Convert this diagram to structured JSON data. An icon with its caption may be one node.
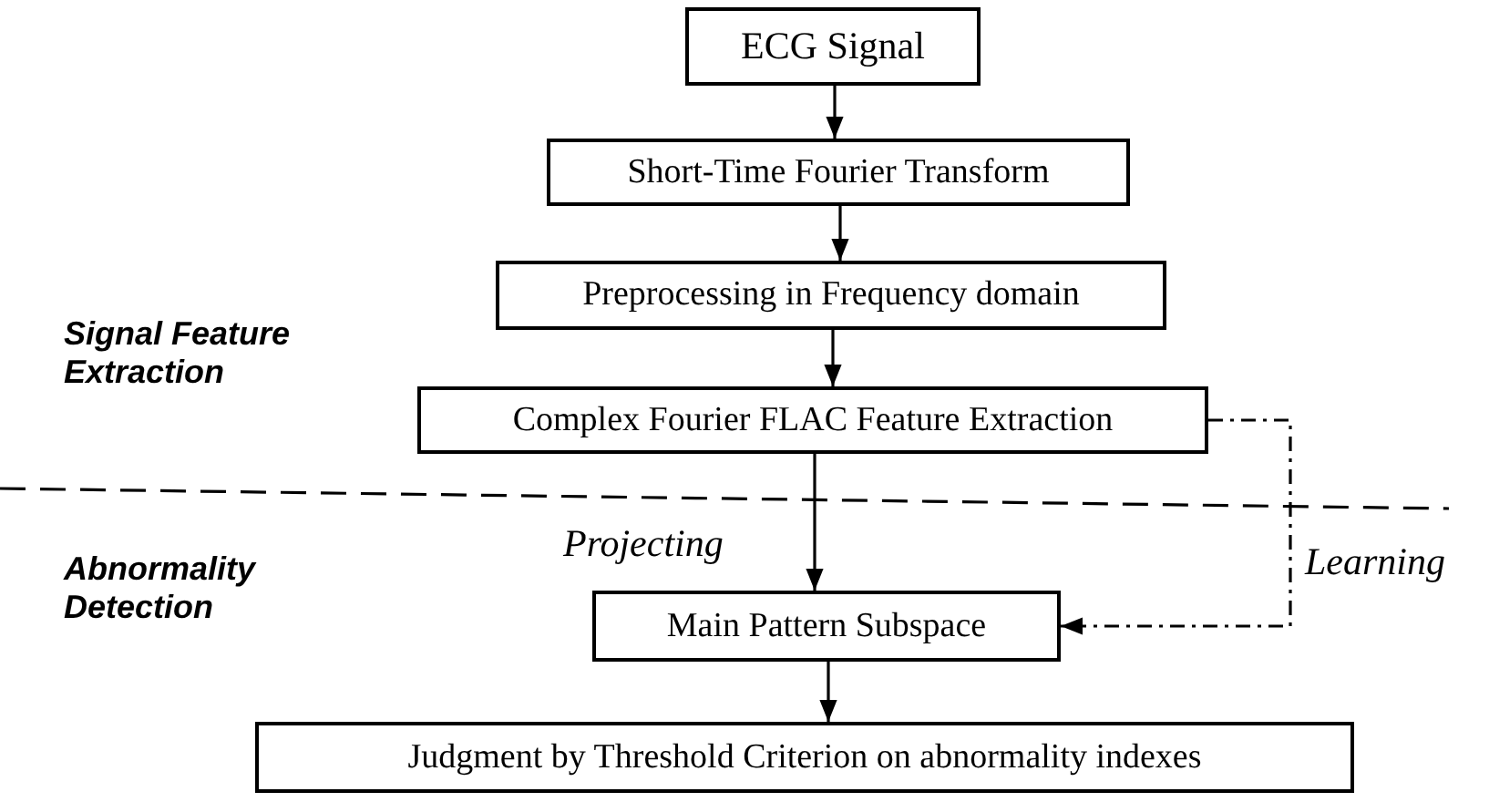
{
  "diagram": {
    "nodes": [
      {
        "text": [
          "ECG Signal"
        ]
      },
      {
        "text": [
          "Short-Time Fourier Transform"
        ]
      },
      {
        "text": [
          "Preprocessing in Frequency domain"
        ]
      },
      {
        "text": [
          "Complex Fourier FLAC Feature Extraction"
        ]
      },
      {
        "text": [
          "Main Pattern Subspace"
        ]
      },
      {
        "text": [
          "Judgment by Threshold Criterion on abnormality indexes"
        ]
      }
    ],
    "edges": [
      {
        "from": 0,
        "to": 1,
        "arrow": "to"
      },
      {
        "from": 1,
        "to": 2,
        "arrow": "to"
      },
      {
        "from": 2,
        "to": 3,
        "arrow": "to"
      },
      {
        "from": 3,
        "to": 4,
        "arrow": "to",
        "label": "Projecting"
      },
      {
        "from": 3,
        "to": 4,
        "arrow": "to",
        "label": "Learning",
        "style": "dashed"
      },
      {
        "from": 4,
        "to": 5,
        "arrow": "to"
      }
    ],
    "labels": [
      "Signal Feature Extraction",
      "Abnormality Detection"
    ]
  }
}
